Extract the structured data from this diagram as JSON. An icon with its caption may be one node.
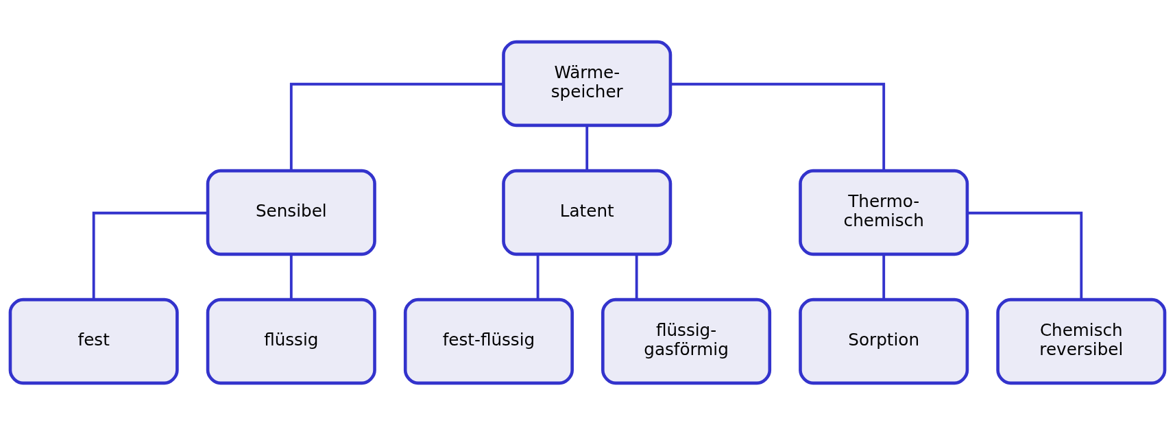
{
  "diagram": {
    "nodes": [
      {
        "text": [
          "Wärme- speicher"
        ]
      },
      {
        "text": [
          "Sensibel"
        ]
      },
      {
        "text": [
          "Latent"
        ]
      },
      {
        "text": [
          "Thermo- chemisch"
        ]
      },
      {
        "text": [
          "fest"
        ]
      },
      {
        "text": [
          "flüssig"
        ]
      },
      {
        "text": [
          "fest-flüssig"
        ]
      },
      {
        "text": [
          "flüssig- gasförmig"
        ]
      },
      {
        "text": [
          "Sorption"
        ]
      },
      {
        "text": [
          "Chemisch reversibel"
        ]
      }
    ],
    "edges": [
      {
        "from": 0,
        "to": 1,
        "arrow": "none"
      },
      {
        "from": 0,
        "to": 2,
        "arrow": "none"
      },
      {
        "from": 0,
        "to": 3,
        "arrow": "none"
      },
      {
        "from": 1,
        "to": 4,
        "arrow": "none"
      },
      {
        "from": 1,
        "to": 5,
        "arrow": "none"
      },
      {
        "from": 2,
        "to": 6,
        "arrow": "none"
      },
      {
        "from": 2,
        "to": 7,
        "arrow": "none"
      },
      {
        "from": 3,
        "to": 8,
        "arrow": "none"
      },
      {
        "from": 3,
        "to": 9,
        "arrow": "none"
      }
    ]
  }
}
